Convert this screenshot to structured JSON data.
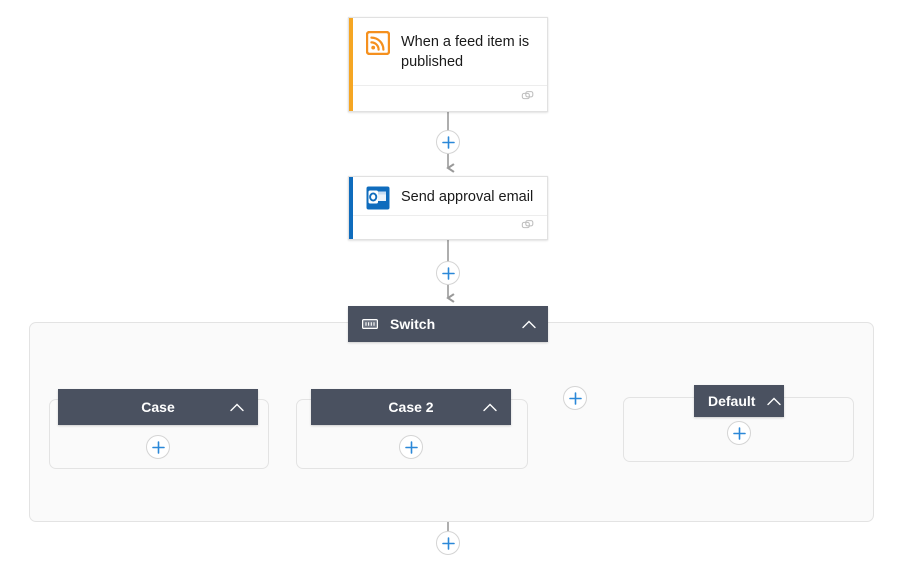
{
  "canvas": {
    "background": "#ffffff",
    "accent_blue": "#2b88d8",
    "dark_header": "#4a5160",
    "scope_fill": "#fafafa",
    "connector_color": "#9a9a9a"
  },
  "nodes": [
    {
      "id": "trigger",
      "title": "When a feed item is published",
      "icon": "rss-icon",
      "accent_color": "#f5a623",
      "footer_icon": "link-icon"
    },
    {
      "id": "action",
      "title": "Send approval email",
      "icon": "outlook-icon",
      "accent_color": "#0f6cbd",
      "footer_icon": "link-icon"
    }
  ],
  "switch": {
    "label": "Switch",
    "icon": "switch-icon",
    "collapse_icon": "chevron-up-icon",
    "cases": [
      {
        "id": "case-1",
        "label": "Case",
        "collapse_icon": "chevron-up-icon",
        "add_label": "+"
      },
      {
        "id": "case-2",
        "label": "Case 2",
        "collapse_icon": "chevron-up-icon",
        "add_label": "+"
      }
    ],
    "add_case": {
      "label": "+"
    },
    "default_case": {
      "id": "default",
      "label": "Default",
      "collapse_icon": "chevron-up-icon",
      "add_label": "+"
    }
  },
  "connectors": [
    {
      "id": "trigger-to-action",
      "add_label": "+"
    },
    {
      "id": "action-to-switch",
      "add_label": "+"
    },
    {
      "id": "after-switch",
      "add_label": "+"
    }
  ]
}
